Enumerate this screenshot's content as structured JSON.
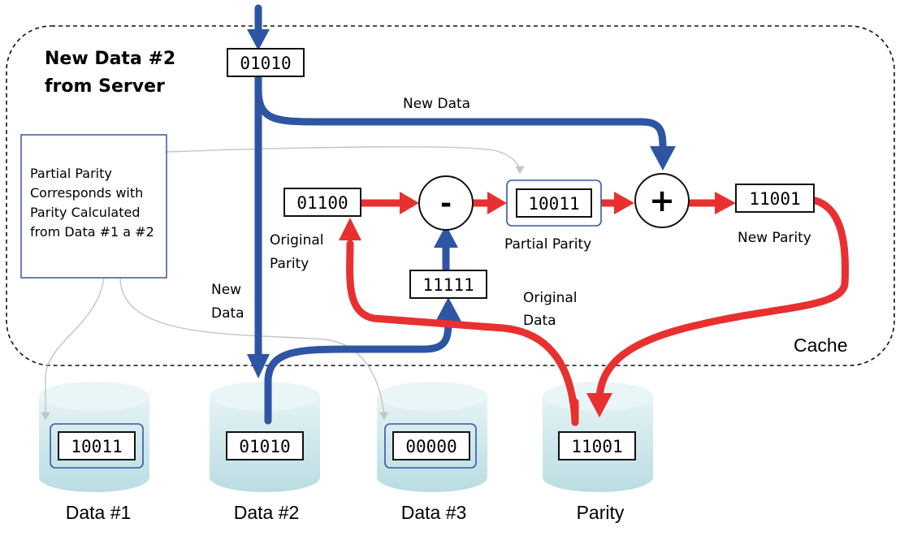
{
  "title": {
    "line1": "New Data #2",
    "line2": "from Server"
  },
  "incoming": {
    "value": "01010"
  },
  "cache": {
    "label": "Cache"
  },
  "note": {
    "lines": [
      "Partial Parity",
      "Corresponds with",
      "Parity Calculated",
      "from Data #1 a #2"
    ]
  },
  "flow": {
    "original_parity": {
      "value": "01100",
      "label_line1": "Original",
      "label_line2": "Parity"
    },
    "subtract_op": "-",
    "partial_parity": {
      "value": "10011",
      "label": "Partial Parity"
    },
    "add_op": "+",
    "new_parity": {
      "value": "11001",
      "label": "New Parity"
    },
    "original_data": {
      "value": "11111",
      "label_line1": "Original",
      "label_line2": "Data"
    },
    "new_data_top_label": "New Data",
    "new_data_left_label_line1": "New",
    "new_data_left_label_line2": "Data"
  },
  "disks": [
    {
      "label": "Data #1",
      "value": "10011"
    },
    {
      "label": "Data #2",
      "value": "01010"
    },
    {
      "label": "Data #3",
      "value": "00000"
    },
    {
      "label": "Parity",
      "value": "11001"
    }
  ],
  "colors": {
    "blue_arrow": "#2e55a4",
    "red_arrow": "#e83030",
    "note_border": "#3a55a6",
    "disk_fill": "#cfe6ea",
    "gray_connector": "#c4c4c4"
  }
}
